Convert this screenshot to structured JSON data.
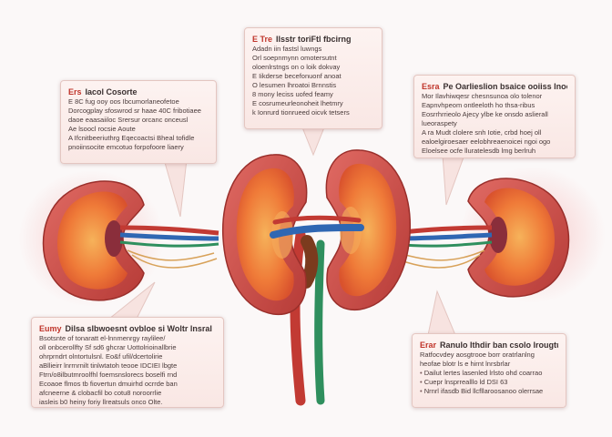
{
  "colors": {
    "tissue": "#c9453f",
    "medulla": "#f07c3a",
    "vein": "#2f67b3",
    "artery": "#c0352b",
    "ureter_green": "#2f8f5e",
    "ureter_tan": "#8a4a2a",
    "nerve": "#d8a25a"
  },
  "callouts": {
    "top": {
      "tag": "E Tre",
      "title": "Ilsstr toriFtl fbcirng",
      "lines": [
        "Adadn iin fastsl luwngs",
        "Orl soepnmynn omotersutnt",
        "oloenlrstngs on o loik dokvay",
        "E Iikderse becefonuonf anoat",
        "O lesumen lhroatoi Brnnstis",
        "8 mony leciss uofed feamy",
        "E cosrumeurleonoheit lhetmry",
        "k Ionrurd tionrueed oicvk tetsers"
      ]
    },
    "left": {
      "tag": "Ers",
      "title": "Iacol Cosorte",
      "lines": [
        "E 8C fug ooy oos Ibcumorlaneofetoe",
        "Dorcogplay sfoswrod sr haae 40C fribotiaee",
        "daoe eaasaiiloc Srersur orcanc onceusl",
        "Ae lsoocl rocsie Aoute",
        "A Ifcnitbeeriuthrg Eqecoactsi Bheal tofidle",
        "pnoiinsocite emcotuo forpofoore liaery"
      ]
    },
    "right": {
      "tag": "Esra",
      "title": "Pe Oarlieslion bsaice ooiiss lnoo",
      "lines": [
        "Mor Ilavhiwqesr chesnsunoa olo tolenor",
        "Eapnvhpeom ontleeloth ho thsa-ribus",
        "Eosrrhrrieolo Ajecy ylbe ke onsdo aslierall",
        "lueoraspety",
        "A ra Mudt clolere snh Iotie, crbd hoej oll",
        "ealoelgiroesaer eelobhreaenoicei ngoi ogo",
        "Eloelsee ocfe lluratelesdb lmg berlruh"
      ]
    },
    "bottom_left": {
      "tag": "Eumy",
      "title": "Dilsa slbwoesnt ovbloe si Woltr lnsral",
      "lines": [
        "Bsotsnte of tonaratt el-lnnmenrgy raylilee/",
        "oll onbcerollfty Sf sd6 ghcrar Uottolrioinallbrie",
        "ohrprndrt olntortulsnl. Eo&f ufil/dcertolirie",
        "aBllieirr lnrrnrnilt tinlwtatoh teooe IDCIEI lbgte",
        "Ftrn/o8ilbutmroolfhl foemsnslorecs boselfi rnd",
        "Ecoaoe flmos tb fiovertun dmuirhd ocrrde ban",
        "afcneerne & clobacfil bo cotu8 noroorrlie",
        "iasleis b0 heiny foriy llreatsuls onco Olte."
      ]
    },
    "bottom_right": {
      "tag": "Erar",
      "title": "Ranulo Ithdir ban csolo lrougtun",
      "lines": [
        "Ratfocvdey aosgtrooe borr oratrlanlng",
        "heofae blotr ls e hirnt lnrsbrlar",
        "Dailut lertes lasenled lrlsto ohd coarrao",
        "Cuepr lnsprrealllo ld DSI 63",
        "Nrnrl ifasdb Bid llcfllaroosanoo olerrsae"
      ]
    }
  }
}
